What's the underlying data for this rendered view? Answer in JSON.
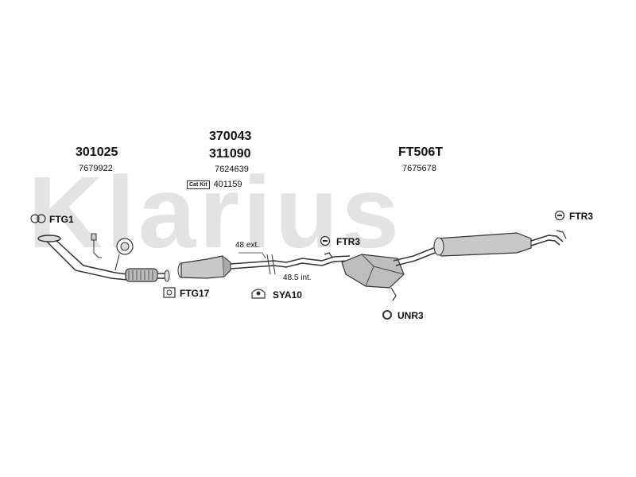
{
  "watermark": "Klarius",
  "parts": {
    "front_pipe": {
      "part_no": "301025",
      "ref_no": "7679922"
    },
    "catalyst_a": {
      "part_no": "370043"
    },
    "catalyst_b": {
      "part_no": "311090",
      "ref_no": "7624639"
    },
    "cat_kit": {
      "badge": "Cat Kit",
      "value": "401159"
    },
    "rear_silencer": {
      "part_no": "FT506T",
      "ref_no": "7675678"
    }
  },
  "fittings": {
    "ftg1": "FTG1",
    "ftg17": "FTG17",
    "sya10": "SYA10",
    "ftr3_mid": "FTR3",
    "ftr3_right": "FTR3",
    "unr3": "UNR3"
  },
  "measurements": {
    "ext": "48 ext.",
    "int": "48.5 int."
  }
}
